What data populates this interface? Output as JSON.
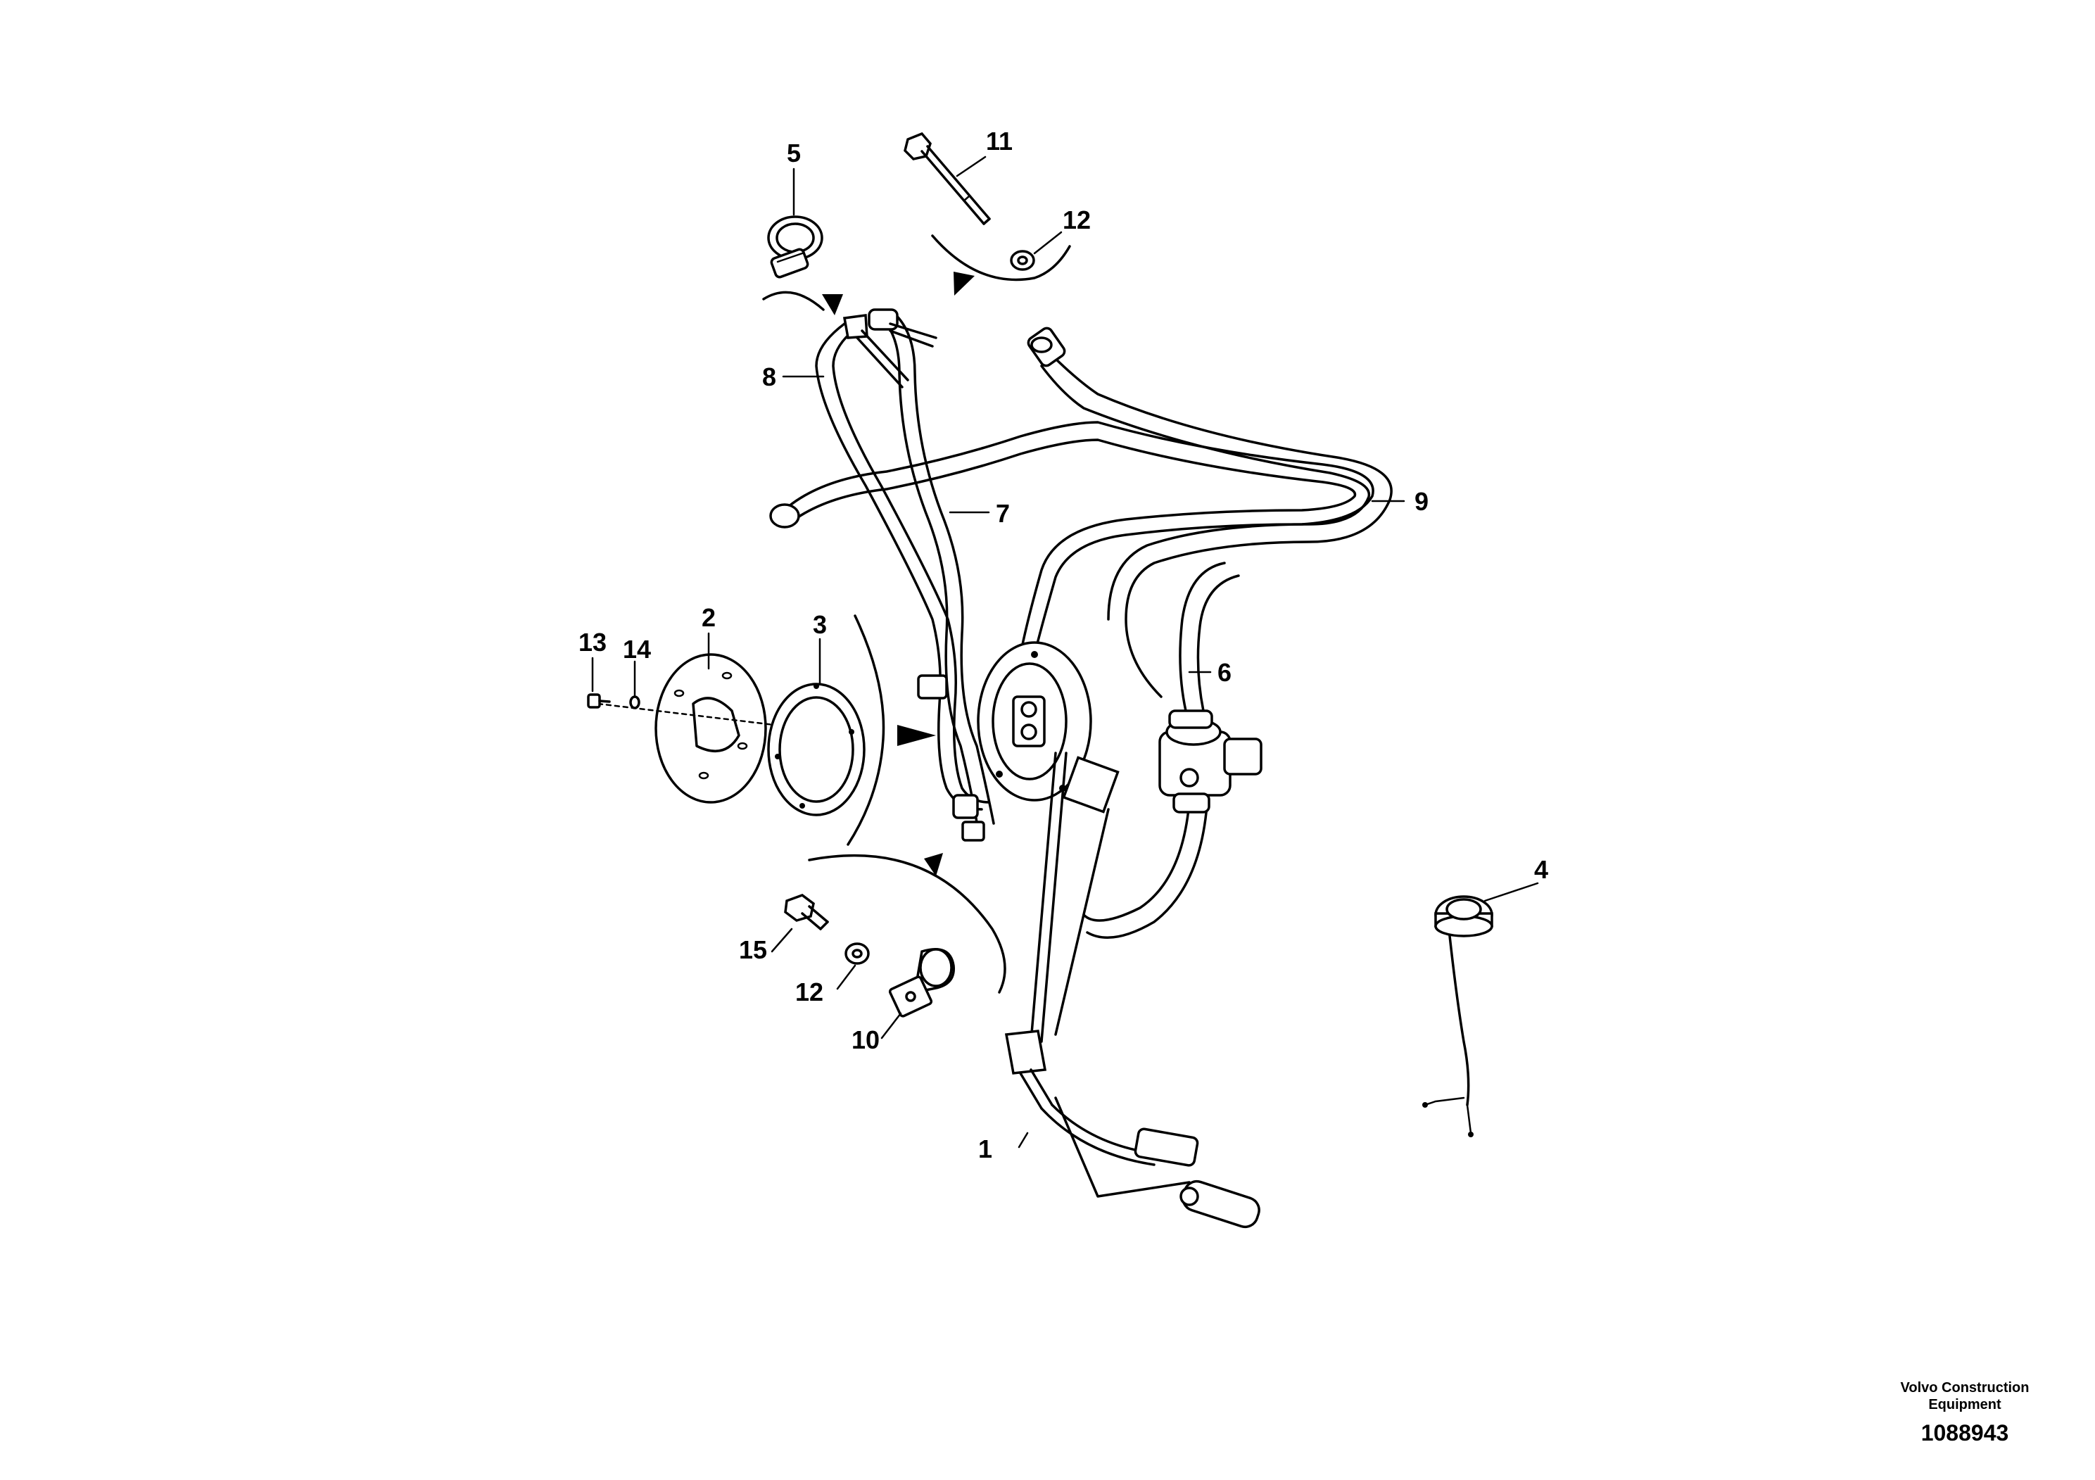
{
  "diagram": {
    "callouts": [
      {
        "id": "c1",
        "label": "1"
      },
      {
        "id": "c2",
        "label": "2"
      },
      {
        "id": "c3",
        "label": "3"
      },
      {
        "id": "c4",
        "label": "4"
      },
      {
        "id": "c5",
        "label": "5"
      },
      {
        "id": "c6",
        "label": "6"
      },
      {
        "id": "c7",
        "label": "7"
      },
      {
        "id": "c8",
        "label": "8"
      },
      {
        "id": "c9",
        "label": "9"
      },
      {
        "id": "c10",
        "label": "10"
      },
      {
        "id": "c11",
        "label": "11"
      },
      {
        "id": "c12a",
        "label": "12"
      },
      {
        "id": "c12b",
        "label": "12"
      },
      {
        "id": "c13",
        "label": "13"
      },
      {
        "id": "c14",
        "label": "14"
      },
      {
        "id": "c15",
        "label": "15"
      }
    ]
  },
  "footer": {
    "company": "Volvo Construction Equipment",
    "code": "1088943"
  }
}
